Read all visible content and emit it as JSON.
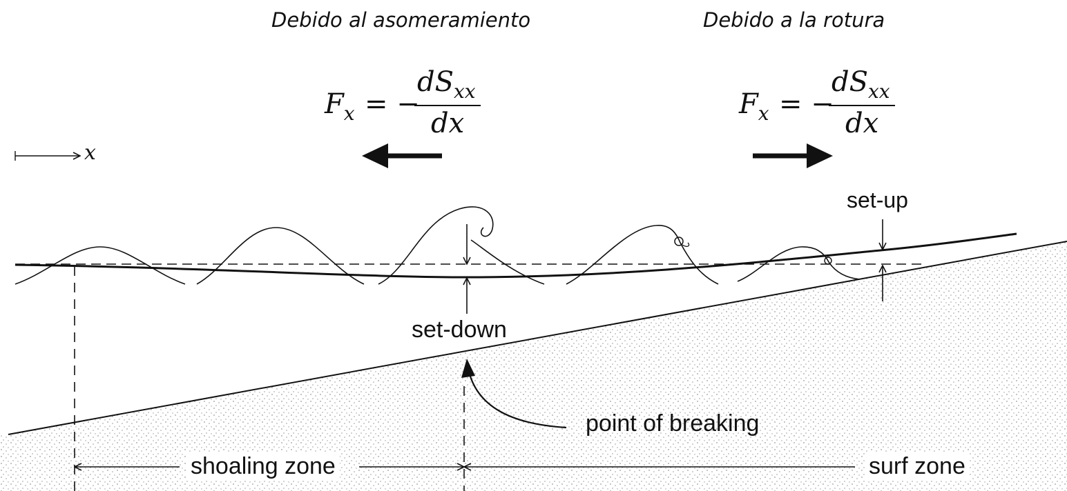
{
  "headings": {
    "left": "Debido al asomeramiento",
    "right": "Debido a la rotura"
  },
  "equations": {
    "left": {
      "lhs_symbol": "F",
      "lhs_subscript": "x",
      "operator": "= −",
      "numerator": "dS",
      "numerator_subscript": "xx",
      "denominator": "dx"
    },
    "right": {
      "lhs_symbol": "F",
      "lhs_subscript": "x",
      "operator": "= −",
      "numerator": "dS",
      "numerator_subscript": "xx",
      "denominator": "dx"
    }
  },
  "axis": {
    "label": "x"
  },
  "labels": {
    "set_up": "set-up",
    "set_down": "set-down",
    "point_of_breaking": "point of breaking",
    "shoaling_zone": "shoaling zone",
    "surf_zone": "surf zone"
  },
  "colors": {
    "ink": "#111111",
    "sand_dots": "#9a9a9a",
    "background": "#ffffff"
  }
}
